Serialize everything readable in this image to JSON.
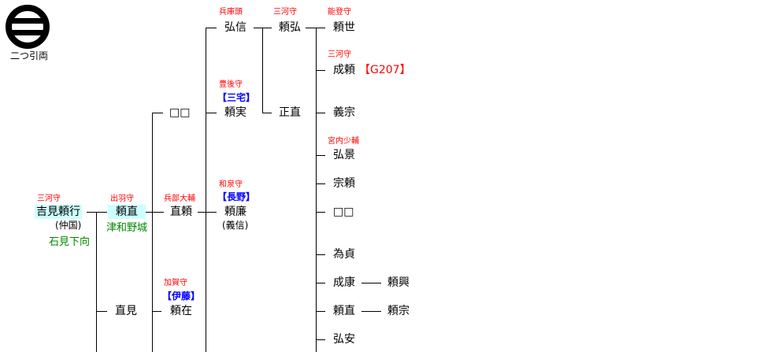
{
  "crest": {
    "label": "二つ引両"
  },
  "people": {
    "yoshiyuki": {
      "name": "吉見頼行",
      "title": "三河守",
      "note": "(仲国)",
      "place": "石見下向"
    },
    "yorinao1": {
      "name": "頼直",
      "title": "出羽守",
      "place": "津和野城"
    },
    "naomi": {
      "name": "直見"
    },
    "unknown1": {
      "name": "□□"
    },
    "naoyori": {
      "name": "直頼",
      "title": "兵部大輔"
    },
    "yoriari": {
      "name": "頼在",
      "title": "加賀守",
      "clan": "【伊藤】"
    },
    "hironobu": {
      "name": "弘信",
      "title": "兵庫頭"
    },
    "yorizane": {
      "name": "頼実",
      "title": "豊後守",
      "clan": "【三宅】"
    },
    "yorikado": {
      "name": "頼廉",
      "title": "和泉守",
      "clan": "【長野】",
      "note": "(義信)"
    },
    "yorihiro": {
      "name": "頼弘",
      "title": "三河守"
    },
    "masanao": {
      "name": "正直"
    },
    "yoriyo": {
      "name": "頼世",
      "title": "能登守"
    },
    "nariyori": {
      "name": "成頼",
      "title": "三河守",
      "code": "【G207】"
    },
    "yoshimune": {
      "name": "義宗"
    },
    "hirokage": {
      "name": "弘景",
      "title": "宮内少輔"
    },
    "muneyori": {
      "name": "宗頼"
    },
    "unknown2": {
      "name": "□□"
    },
    "tamesada": {
      "name": "為貞"
    },
    "nariyasu": {
      "name": "成康"
    },
    "yorioki": {
      "name": "頼興"
    },
    "yorinao2": {
      "name": "頼直"
    },
    "yorimune": {
      "name": "頼宗"
    },
    "hiroyasu": {
      "name": "弘安"
    }
  }
}
